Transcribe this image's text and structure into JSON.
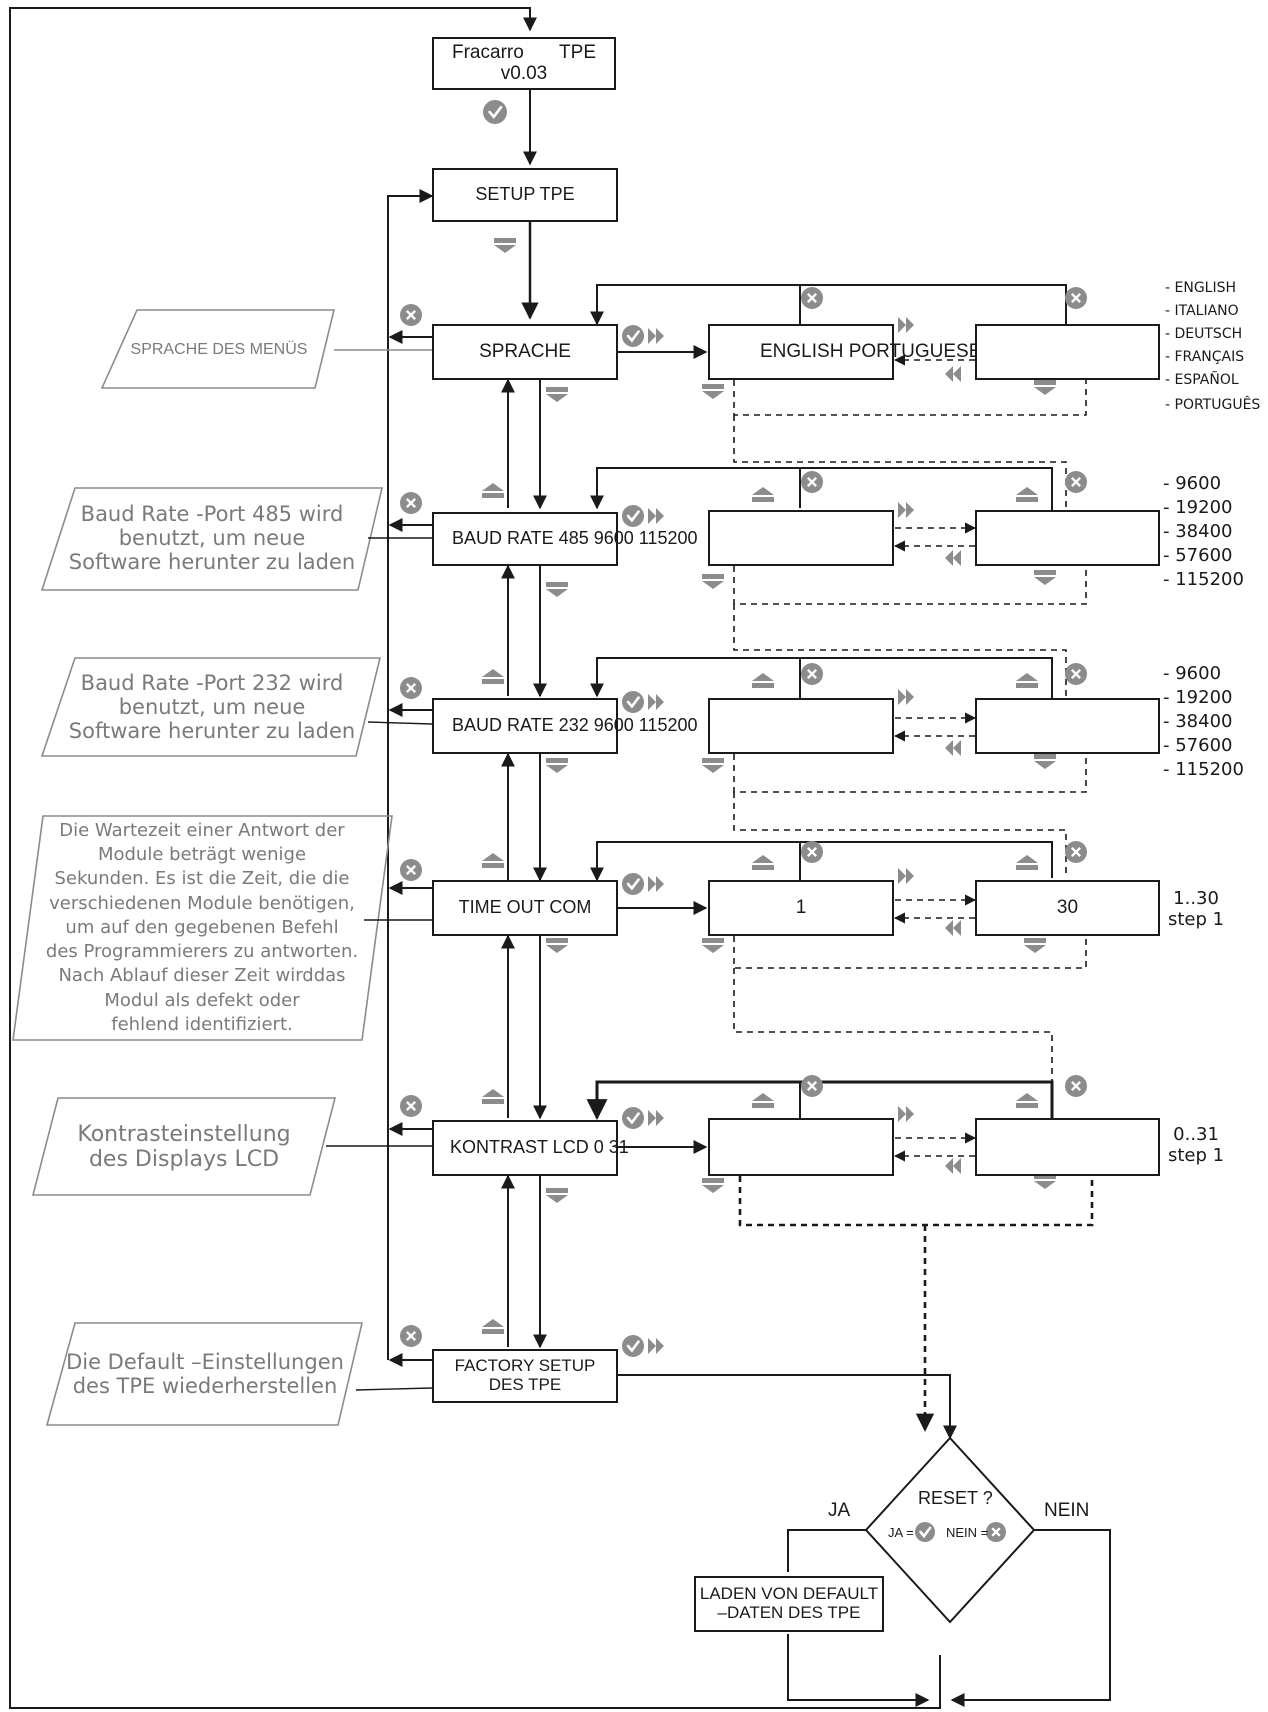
{
  "header": {
    "brand": "Fracarro",
    "product": "TPE",
    "version": "v0.03"
  },
  "setup_box": "SETUP TPE",
  "menu": {
    "sprache": "SPRACHE",
    "baud485": "BAUD RATE 485 9600 115200",
    "baud232": "BAUD RATE 232 9600 115200",
    "timeout": "TIME OUT COM",
    "kontrast": "KONTRAST LCD 0 31",
    "factory_line1": "FACTORY SETUP",
    "factory_line2": "DES TPE"
  },
  "value_boxes": {
    "sprache_left": "ENGLISH PORTUGUESE",
    "timeout_left": "1",
    "timeout_right": "30"
  },
  "descriptions": {
    "sprache": [
      "SPRACHE DES MENÜS"
    ],
    "baud485": [
      "Baud Rate -Port 485 wird",
      "benutzt, um neue",
      "Software herunter zu laden"
    ],
    "baud232": [
      "Baud Rate -Port 232 wird",
      "benutzt, um neue",
      "Software herunter zu laden"
    ],
    "timeout": [
      "Die Wartezeit einer Antwort der",
      "Module beträgt wenige",
      "Sekunden.  Es ist die Zeit, die die",
      "verschiedenen Module benötigen,",
      "um auf den gegebenen Befehl",
      "des Programmierers zu antworten.",
      "Nach Ablauf dieser Zeit wirddas",
      "Modul als defekt oder",
      "fehlend identifiziert."
    ],
    "kontrast": [
      "Kontrasteinstellung",
      "des Displays LCD"
    ],
    "factory": [
      "Die Default –Einstellungen",
      "des TPE wiederherstellen"
    ]
  },
  "options": {
    "languages": [
      "- ENGLISH",
      "- ITALIANO",
      "- DEUTSCH",
      "- FRANÇAIS",
      "- ESPAÑOL",
      "- PORTUGUÊS"
    ],
    "baud485": [
      "- 9600",
      "- 19200",
      "- 38400",
      "- 57600",
      "- 115200"
    ],
    "baud232": [
      "- 9600",
      "- 19200",
      "- 38400",
      "- 57600",
      "- 115200"
    ],
    "timeout_range": [
      "1..30",
      "step 1"
    ],
    "kontrast_range": [
      "0..31",
      "step 1"
    ]
  },
  "reset": {
    "question": "RESET ?",
    "ja_eq": "JA =",
    "nein_eq": "NEIN =",
    "ja": "JA",
    "nein": "NEIN",
    "load_line1": "LADEN VON DEFAULT",
    "load_line2": "–DATEN DES TPE"
  },
  "icons": {
    "ok": "check-circle-icon",
    "cancel": "x-circle-icon",
    "right": "double-arrow-right-icon",
    "left": "double-arrow-left-icon",
    "up": "arrow-up-icon",
    "down": "arrow-down-icon"
  },
  "colors": {
    "line": "#1a1a1a",
    "icon": "#8c8c8c",
    "description_text": "#7a7a7a"
  }
}
